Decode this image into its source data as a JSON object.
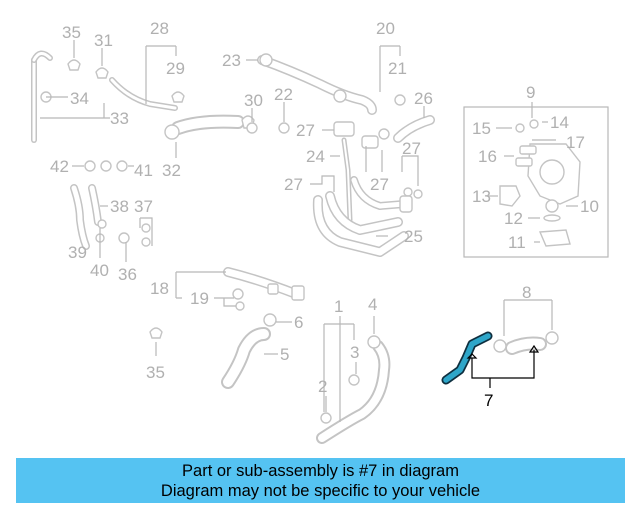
{
  "banner": {
    "line1": "Part or sub-assembly is #7 in diagram",
    "line2": "Diagram may not be specific to your vehicle",
    "color": "#55c3f2"
  },
  "diagram": {
    "highlight_color": "#2ea6c9",
    "highlighted_part": "7",
    "labels": {
      "p1": "1",
      "p2": "2",
      "p3": "3",
      "p4": "4",
      "p5": "5",
      "p6": "6",
      "p7": "7",
      "p8": "8",
      "p9": "9",
      "p10": "10",
      "p11": "11",
      "p12": "12",
      "p13": "13",
      "p14": "14",
      "p15": "15",
      "p16": "16",
      "p17": "17",
      "p18": "18",
      "p19": "19",
      "p20": "20",
      "p21": "21",
      "p22": "22",
      "p23": "23",
      "p24": "24",
      "p25": "25",
      "p26": "26",
      "p27a": "27",
      "p27b": "27",
      "p27c": "27",
      "p27d": "27",
      "p28": "28",
      "p29": "29",
      "p30": "30",
      "p31": "31",
      "p32": "32",
      "p33": "33",
      "p34": "34",
      "p35a": "35",
      "p35b": "35",
      "p36": "36",
      "p37": "37",
      "p38": "38",
      "p39": "39",
      "p40": "40",
      "p41": "41",
      "p42": "42"
    }
  }
}
